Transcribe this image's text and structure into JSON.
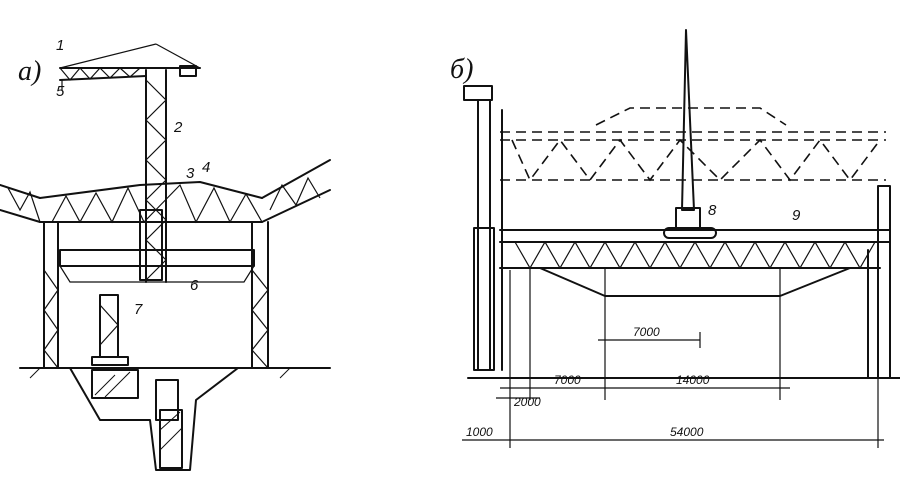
{
  "panels": {
    "a": {
      "marker": "а)",
      "callouts": [
        "1",
        "2",
        "3",
        "4",
        "5",
        "6",
        "7"
      ]
    },
    "b": {
      "marker": "б)",
      "callouts": [
        "8",
        "9"
      ],
      "dimensions": [
        "7000",
        "7000",
        "14000",
        "2000",
        "1000",
        "54000"
      ]
    }
  }
}
